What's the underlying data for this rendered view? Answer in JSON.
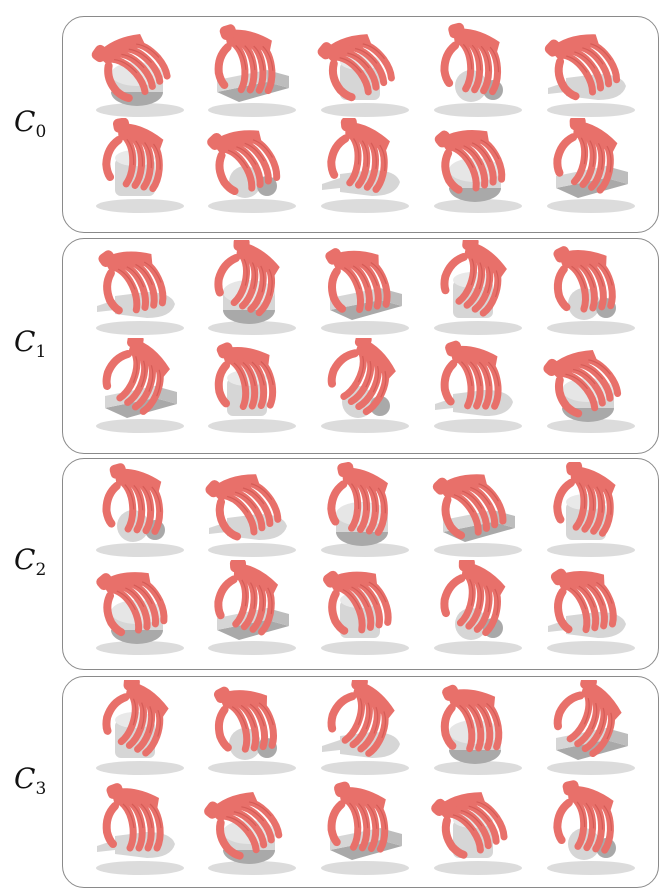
{
  "colors": {
    "hand": "#e8706a",
    "hand_shade": "#c84f4b",
    "object": "#d6d6d6",
    "object_shade": "#a9a9a9",
    "shadow": "#9a9a9a",
    "panel_border": "#8a8a8a"
  },
  "clusters": [
    {
      "symbol": "C",
      "index": "0"
    },
    {
      "symbol": "C",
      "index": "1"
    },
    {
      "symbol": "C",
      "index": "2"
    },
    {
      "symbol": "C",
      "index": "3"
    }
  ]
}
